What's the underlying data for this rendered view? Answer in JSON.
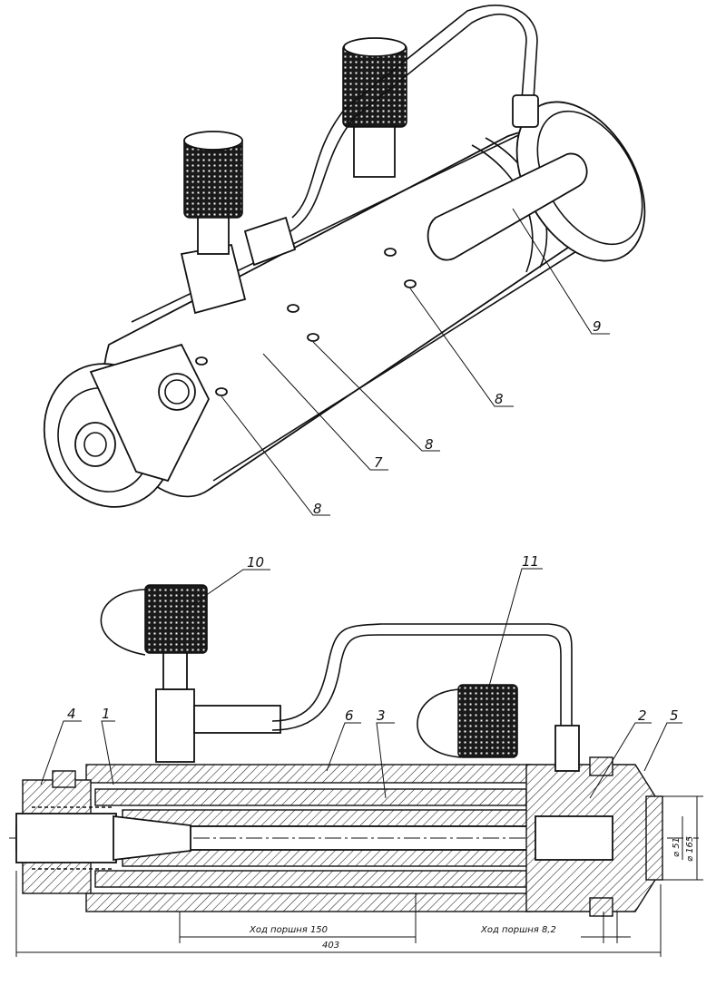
{
  "iso_callouts": {
    "c9": "9",
    "c8a": "8",
    "c8b": "8",
    "c8c": "8",
    "c7": "7"
  },
  "section_callouts": {
    "c10": "10",
    "c11": "11",
    "c4": "4",
    "c1": "1",
    "c6": "6",
    "c3": "3",
    "c2": "2",
    "c5": "5"
  },
  "dimensions": {
    "stroke_left": "Ход поршня 150",
    "stroke_right": "Ход поршня 8,2",
    "overall_length": "403",
    "dia_outer": "⌀ 165",
    "dia_inner": "⌀ 51"
  }
}
